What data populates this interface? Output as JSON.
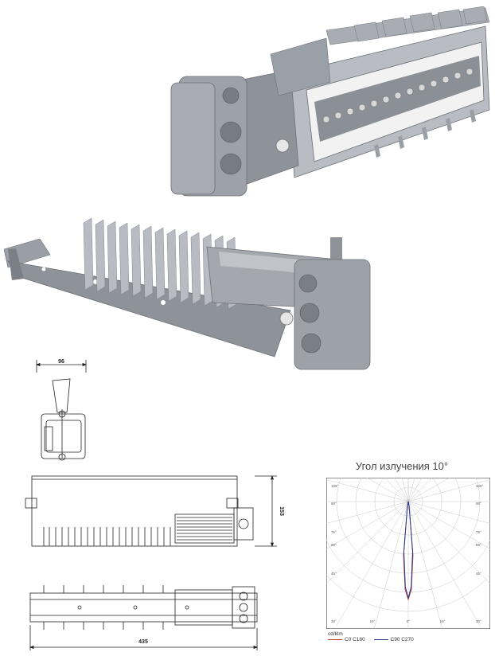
{
  "colors": {
    "housing": "#8e9299",
    "housing_dark": "#6b6f76",
    "housing_light": "#b4b8be",
    "background": "#ffffff",
    "c0_c180": "#c0392b",
    "c90_c270": "#1f3a93",
    "drawing_line": "#222222"
  },
  "drawings": {
    "side_width_label": "96",
    "front_height_label": "153",
    "bottom_length_label": "435"
  },
  "polar_chart": {
    "title": "Угол излучения 10°",
    "unit_label": "cd/klm",
    "legend": [
      {
        "label": "C0  C180",
        "color": "#c0392b"
      },
      {
        "label": "C90  C270",
        "color": "#1f3a93"
      }
    ],
    "angle_labels_left": [
      "105°",
      "90°",
      "75°",
      "60°",
      "45°",
      "30°"
    ],
    "angle_labels_right": [
      "105°",
      "90°",
      "75°",
      "60°",
      "45°",
      "30°"
    ],
    "bottom_labels": [
      "30°",
      "15°",
      "0°",
      "15°",
      "30°"
    ]
  },
  "chart_data": {
    "type": "polar",
    "title": "Угол излучения 10°",
    "unit": "cd/klm",
    "series": [
      {
        "name": "C0  C180",
        "angles_deg": [
          -10,
          -5,
          -2,
          0,
          2,
          5,
          10
        ],
        "relative_intensity": [
          0.05,
          0.55,
          0.9,
          1.0,
          0.9,
          0.55,
          0.05
        ]
      },
      {
        "name": "C90  C270",
        "angles_deg": [
          -10,
          -5,
          -2,
          0,
          2,
          5,
          10
        ],
        "relative_intensity": [
          0.05,
          0.52,
          0.88,
          1.0,
          0.88,
          0.52,
          0.05
        ]
      }
    ]
  }
}
